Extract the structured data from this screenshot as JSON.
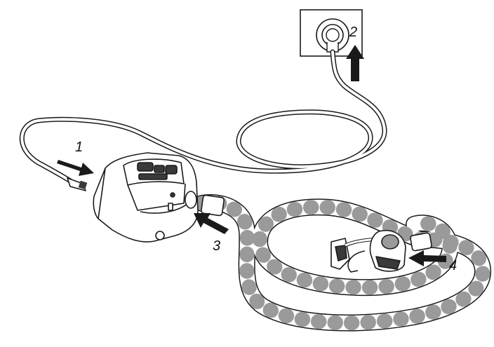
{
  "callouts": {
    "one": "1",
    "two": "2",
    "three": "3",
    "four": "4"
  },
  "colors": {
    "line": "#1a1a1a",
    "fill": "#ffffff",
    "shade": "#9a9a9a",
    "dark": "#3a3a3a"
  },
  "icons": [
    "power-cord-icon",
    "wall-outlet-icon",
    "cpap-device-icon",
    "air-tubing-icon",
    "mask-icon",
    "arrow-icon"
  ]
}
